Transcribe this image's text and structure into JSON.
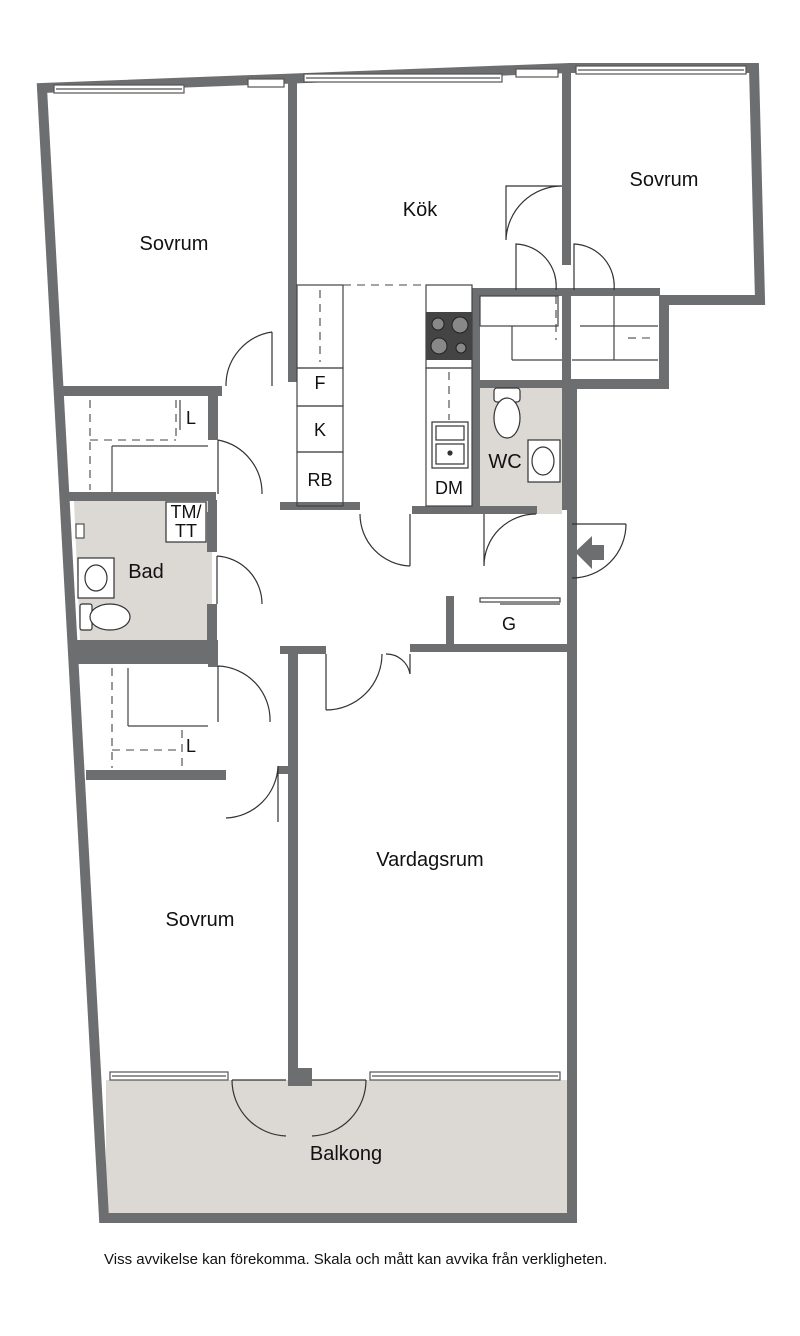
{
  "rooms": {
    "sovrum_top_left": "Sovrum",
    "kok": "Kök",
    "sovrum_top_right": "Sovrum",
    "bad": "Bad",
    "wc": "WC",
    "vardagsrum": "Vardagsrum",
    "sovrum_bottom": "Sovrum",
    "balkong": "Balkong"
  },
  "fixtures": {
    "closet_top": "L",
    "closet_bottom": "L",
    "fridge": "F",
    "freezer": "K",
    "broom_closet": "RB",
    "dishwasher": "DM",
    "washer_dryer_line1": "TM/",
    "washer_dryer_line2": "TT",
    "wardrobe": "G"
  },
  "disclaimer": "Viss avvikelse kan förekomma. Skala och mått kan avvika från verkligheten.",
  "colors": {
    "wall": "#6d6e70",
    "wet_room": "#dcd8d4",
    "balcony": "#dcd8d4",
    "line": "#333333",
    "background": "#ffffff"
  }
}
